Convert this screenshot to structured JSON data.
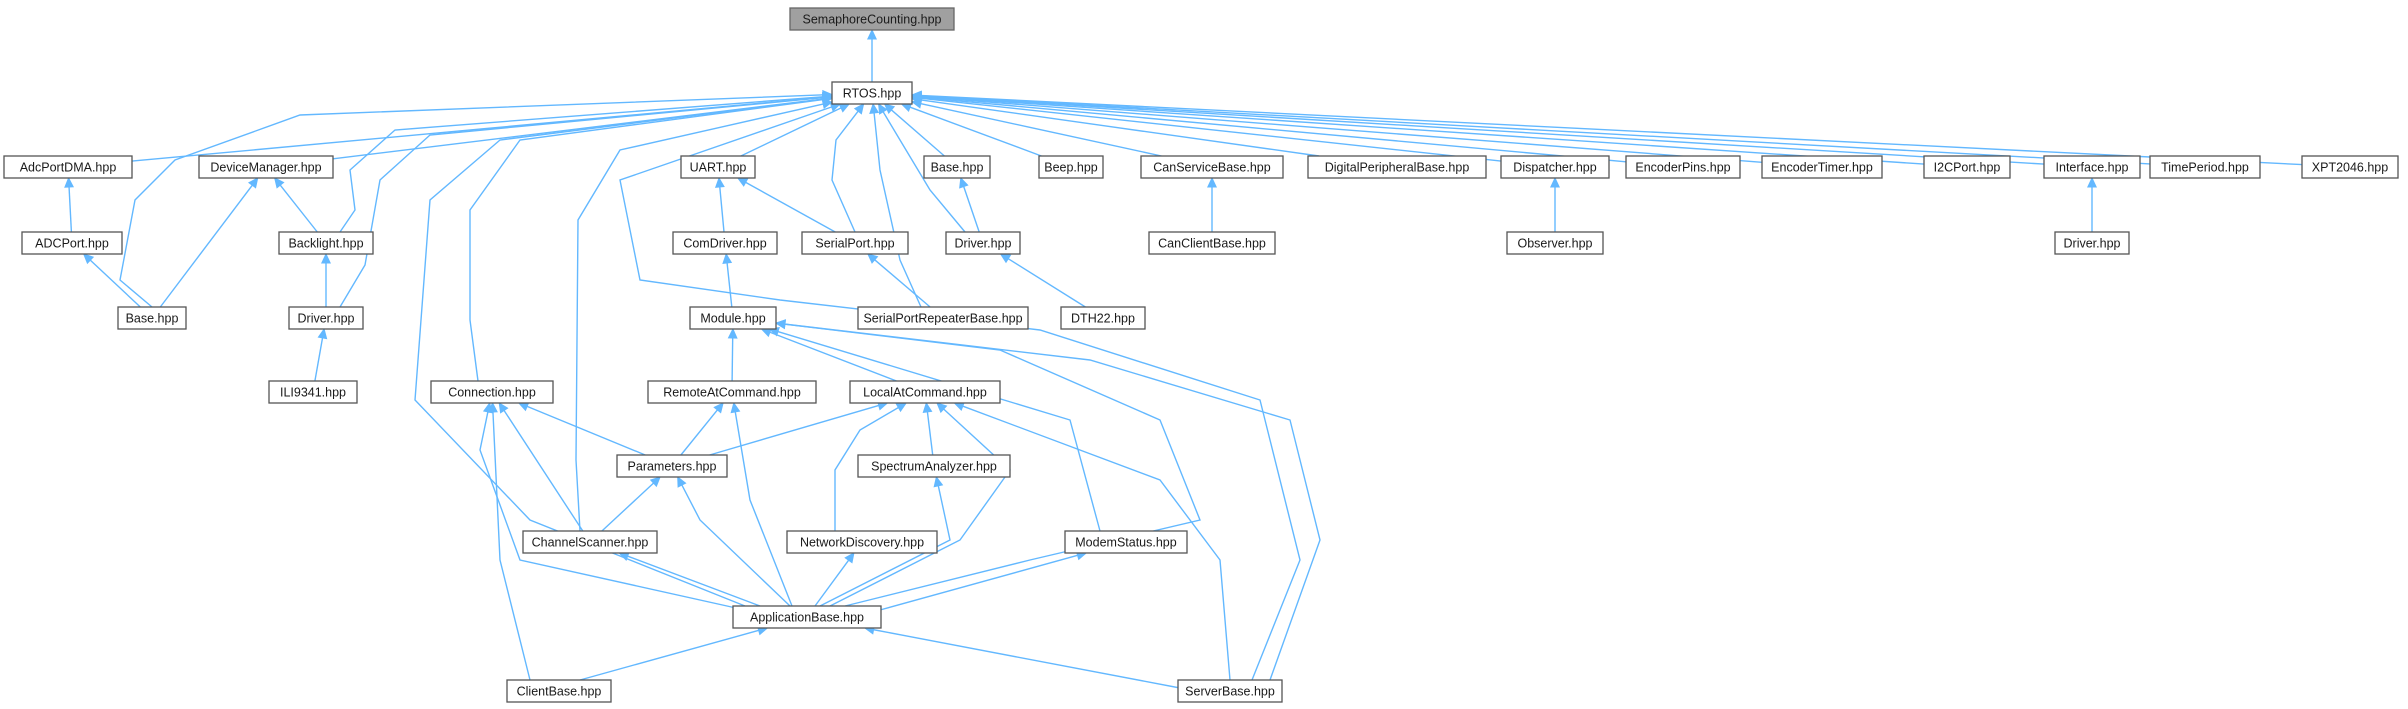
{
  "graph": {
    "nodes": [
      {
        "id": "SemaphoreCounting",
        "label": "SemaphoreCounting.hpp",
        "root": true
      },
      {
        "id": "RTOS",
        "label": "RTOS.hpp"
      },
      {
        "id": "AdcPortDMA",
        "label": "AdcPortDMA.hpp"
      },
      {
        "id": "DeviceManager",
        "label": "DeviceManager.hpp"
      },
      {
        "id": "UART",
        "label": "UART.hpp"
      },
      {
        "id": "Base1",
        "label": "Base.hpp"
      },
      {
        "id": "Beep",
        "label": "Beep.hpp"
      },
      {
        "id": "CanServiceBase",
        "label": "CanServiceBase.hpp"
      },
      {
        "id": "DigitalPeripheralBase",
        "label": "DigitalPeripheralBase.hpp"
      },
      {
        "id": "Dispatcher",
        "label": "Dispatcher.hpp"
      },
      {
        "id": "EncoderPins",
        "label": "EncoderPins.hpp"
      },
      {
        "id": "EncoderTimer",
        "label": "EncoderTimer.hpp"
      },
      {
        "id": "I2CPort",
        "label": "I2CPort.hpp"
      },
      {
        "id": "Interface",
        "label": "Interface.hpp"
      },
      {
        "id": "TimePeriod",
        "label": "TimePeriod.hpp"
      },
      {
        "id": "XPT2046",
        "label": "XPT2046.hpp"
      },
      {
        "id": "ADCPort",
        "label": "ADCPort.hpp"
      },
      {
        "id": "Backlight",
        "label": "Backlight.hpp"
      },
      {
        "id": "ComDriver",
        "label": "ComDriver.hpp"
      },
      {
        "id": "SerialPort",
        "label": "SerialPort.hpp"
      },
      {
        "id": "Driver1",
        "label": "Driver.hpp"
      },
      {
        "id": "CanClientBase",
        "label": "CanClientBase.hpp"
      },
      {
        "id": "Observer",
        "label": "Observer.hpp"
      },
      {
        "id": "Driver3",
        "label": "Driver.hpp"
      },
      {
        "id": "Base2",
        "label": "Base.hpp"
      },
      {
        "id": "Driver2",
        "label": "Driver.hpp"
      },
      {
        "id": "Module",
        "label": "Module.hpp"
      },
      {
        "id": "SerialPortRepeaterBase",
        "label": "SerialPortRepeaterBase.hpp"
      },
      {
        "id": "DTH22",
        "label": "DTH22.hpp"
      },
      {
        "id": "ILI9341",
        "label": "ILI9341.hpp"
      },
      {
        "id": "Connection",
        "label": "Connection.hpp"
      },
      {
        "id": "RemoteAtCommand",
        "label": "RemoteAtCommand.hpp"
      },
      {
        "id": "LocalAtCommand",
        "label": "LocalAtCommand.hpp"
      },
      {
        "id": "Parameters",
        "label": "Parameters.hpp"
      },
      {
        "id": "SpectrumAnalyzer",
        "label": "SpectrumAnalyzer.hpp"
      },
      {
        "id": "ChannelScanner",
        "label": "ChannelScanner.hpp"
      },
      {
        "id": "NetworkDiscovery",
        "label": "NetworkDiscovery.hpp"
      },
      {
        "id": "ModemStatus",
        "label": "ModemStatus.hpp"
      },
      {
        "id": "ApplicationBase",
        "label": "ApplicationBase.hpp"
      },
      {
        "id": "ClientBase",
        "label": "ClientBase.hpp"
      },
      {
        "id": "ServerBase",
        "label": "ServerBase.hpp"
      }
    ],
    "edges": [
      {
        "from": "RTOS",
        "to": "SemaphoreCounting"
      },
      {
        "from": "AdcPortDMA",
        "to": "RTOS"
      },
      {
        "from": "DeviceManager",
        "to": "RTOS"
      },
      {
        "from": "UART",
        "to": "RTOS"
      },
      {
        "from": "Base1",
        "to": "RTOS"
      },
      {
        "from": "Beep",
        "to": "RTOS"
      },
      {
        "from": "CanServiceBase",
        "to": "RTOS"
      },
      {
        "from": "DigitalPeripheralBase",
        "to": "RTOS"
      },
      {
        "from": "Dispatcher",
        "to": "RTOS"
      },
      {
        "from": "EncoderPins",
        "to": "RTOS"
      },
      {
        "from": "EncoderTimer",
        "to": "RTOS"
      },
      {
        "from": "I2CPort",
        "to": "RTOS"
      },
      {
        "from": "Interface",
        "to": "RTOS"
      },
      {
        "from": "TimePeriod",
        "to": "RTOS"
      },
      {
        "from": "XPT2046",
        "to": "RTOS"
      },
      {
        "from": "Backlight",
        "to": "RTOS"
      },
      {
        "from": "SerialPort",
        "to": "RTOS"
      },
      {
        "from": "Driver1",
        "to": "RTOS"
      },
      {
        "from": "Base2",
        "to": "RTOS"
      },
      {
        "from": "Driver2",
        "to": "RTOS"
      },
      {
        "from": "SerialPortRepeaterBase",
        "to": "RTOS"
      },
      {
        "from": "Connection",
        "to": "RTOS"
      },
      {
        "from": "ChannelScanner",
        "to": "RTOS"
      },
      {
        "from": "ApplicationBase",
        "to": "RTOS"
      },
      {
        "from": "ServerBase",
        "to": "RTOS"
      },
      {
        "from": "ADCPort",
        "to": "AdcPortDMA"
      },
      {
        "from": "Base2",
        "to": "ADCPort"
      },
      {
        "from": "Base2",
        "to": "DeviceManager"
      },
      {
        "from": "Backlight",
        "to": "DeviceManager"
      },
      {
        "from": "Driver2",
        "to": "Backlight"
      },
      {
        "from": "ILI9341",
        "to": "Driver2"
      },
      {
        "from": "ComDriver",
        "to": "UART"
      },
      {
        "from": "SerialPort",
        "to": "UART"
      },
      {
        "from": "Module",
        "to": "ComDriver"
      },
      {
        "from": "SerialPortRepeaterBase",
        "to": "SerialPort"
      },
      {
        "from": "Driver1",
        "to": "Base1"
      },
      {
        "from": "DTH22",
        "to": "Driver1"
      },
      {
        "from": "CanClientBase",
        "to": "CanServiceBase"
      },
      {
        "from": "Observer",
        "to": "Dispatcher"
      },
      {
        "from": "Driver3",
        "to": "Interface"
      },
      {
        "from": "RemoteAtCommand",
        "to": "Module"
      },
      {
        "from": "LocalAtCommand",
        "to": "Module"
      },
      {
        "from": "ModemStatus",
        "to": "Module"
      },
      {
        "from": "ApplicationBase",
        "to": "Module"
      },
      {
        "from": "ServerBase",
        "to": "Module"
      },
      {
        "from": "Parameters",
        "to": "Connection"
      },
      {
        "from": "ChannelScanner",
        "to": "Connection"
      },
      {
        "from": "ApplicationBase",
        "to": "Connection"
      },
      {
        "from": "ClientBase",
        "to": "Connection"
      },
      {
        "from": "Parameters",
        "to": "RemoteAtCommand"
      },
      {
        "from": "ApplicationBase",
        "to": "RemoteAtCommand"
      },
      {
        "from": "Parameters",
        "to": "LocalAtCommand"
      },
      {
        "from": "SpectrumAnalyzer",
        "to": "LocalAtCommand"
      },
      {
        "from": "NetworkDiscovery",
        "to": "LocalAtCommand"
      },
      {
        "from": "ApplicationBase",
        "to": "LocalAtCommand"
      },
      {
        "from": "ServerBase",
        "to": "LocalAtCommand"
      },
      {
        "from": "ChannelScanner",
        "to": "Parameters"
      },
      {
        "from": "ApplicationBase",
        "to": "Parameters"
      },
      {
        "from": "ApplicationBase",
        "to": "SpectrumAnalyzer"
      },
      {
        "from": "ApplicationBase",
        "to": "ChannelScanner"
      },
      {
        "from": "ApplicationBase",
        "to": "NetworkDiscovery"
      },
      {
        "from": "ApplicationBase",
        "to": "ModemStatus"
      },
      {
        "from": "ClientBase",
        "to": "ApplicationBase"
      },
      {
        "from": "ServerBase",
        "to": "ApplicationBase"
      }
    ]
  }
}
